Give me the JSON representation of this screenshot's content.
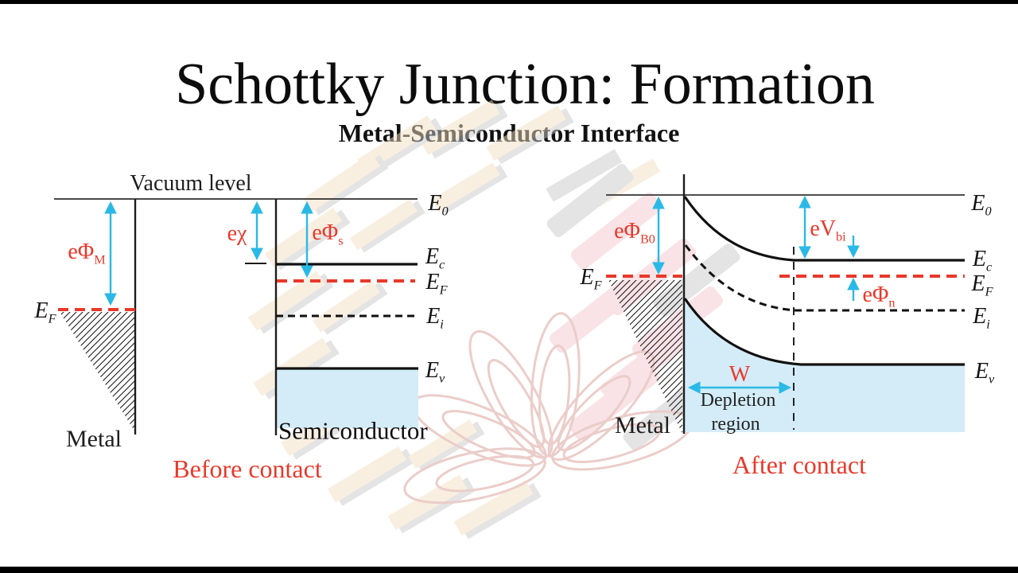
{
  "title": "Schottky Junction: Formation",
  "subtitle": "Metal-Semiconductor Interface",
  "colors": {
    "red": "#e8392b",
    "cyan": "#2ab9e6",
    "bluefill": "#d4ecf8"
  },
  "before": {
    "vacuum_label": "Vacuum level",
    "metal_label": "Metal",
    "semiconductor_label": "Semiconductor",
    "caption": "Before contact",
    "levels": {
      "e0": {
        "base": "E",
        "sub": "0"
      },
      "ec": {
        "base": "E",
        "sub": "c"
      },
      "ef": {
        "base": "E",
        "sub": "F"
      },
      "ei": {
        "base": "E",
        "sub": "i"
      },
      "ev": {
        "base": "E",
        "sub": "v"
      },
      "ef_metal": {
        "base": "E",
        "sub": "F"
      }
    },
    "annotations": {
      "phi_m": {
        "base": "eΦ",
        "sub": "M"
      },
      "chi": {
        "base": "eχ",
        "sub": ""
      },
      "phi_s": {
        "base": "eΦ",
        "sub": "s"
      }
    }
  },
  "after": {
    "metal_label": "Metal",
    "caption": "After contact",
    "depletion_line1": "Depletion",
    "depletion_line2": "region",
    "levels": {
      "e0": {
        "base": "E",
        "sub": "0"
      },
      "ec": {
        "base": "E",
        "sub": "c"
      },
      "ef": {
        "base": "E",
        "sub": "F"
      },
      "ei": {
        "base": "E",
        "sub": "i"
      },
      "ev": {
        "base": "E",
        "sub": "v"
      },
      "ef_metal": {
        "base": "E",
        "sub": "F"
      }
    },
    "annotations": {
      "phi_b0": {
        "base": "eΦ",
        "sub": "B0"
      },
      "v_bi": {
        "base": "eV",
        "sub": "bi"
      },
      "phi_n": {
        "base": "eΦ",
        "sub": "n"
      },
      "w": {
        "base": "W",
        "sub": ""
      }
    }
  }
}
